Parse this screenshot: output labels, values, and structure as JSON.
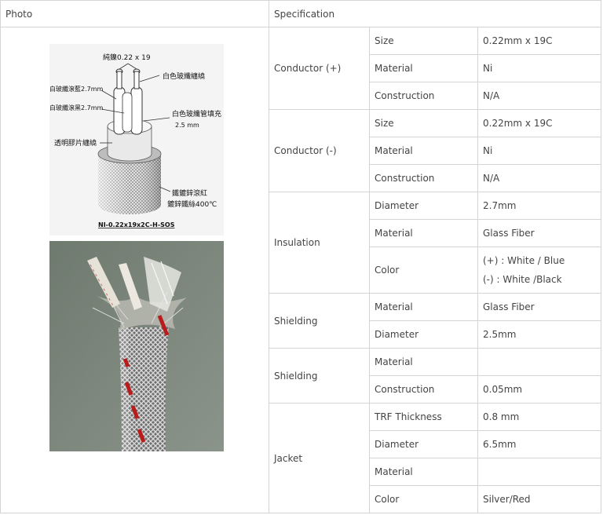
{
  "headers": {
    "photo": "Photo",
    "spec": "Specification"
  },
  "diagram": {
    "title": "NI-0.22x19x2C-H-SOS",
    "label_top": "純鎳0.22 x 19",
    "label_blue": "白玻纖滾藍2.7mm",
    "label_black": "白玻纖滾黑2.7mm",
    "label_clear": "透明膠片纏繞",
    "label_fill": "白色玻纖纏繞",
    "label_fill2": "白色玻纖管填充",
    "label_fill_size": "2.5 mm",
    "label_jacket": "鐵鍍鋅滾紅",
    "label_jacket2": "鍍鋅鐵絲400℃"
  },
  "groups": [
    {
      "name": "Conductor (+)",
      "rows": [
        {
          "prop": "Size",
          "value": "0.22mm x 19C"
        },
        {
          "prop": "Material",
          "value": "Ni"
        },
        {
          "prop": "Construction",
          "value": "N/A"
        }
      ]
    },
    {
      "name": "Conductor (-)",
      "rows": [
        {
          "prop": "Size",
          "value": "0.22mm x 19C"
        },
        {
          "prop": "Material",
          "value": "Ni"
        },
        {
          "prop": "Construction",
          "value": "N/A"
        }
      ]
    },
    {
      "name": "Insulation",
      "rows": [
        {
          "prop": "Diameter",
          "value": "2.7mm"
        },
        {
          "prop": "Material",
          "value": "Glass Fiber"
        },
        {
          "prop": "Color",
          "value": "(+) : White / Blue",
          "value2": "(-) : White /Black"
        }
      ]
    },
    {
      "name": "Shielding",
      "rows": [
        {
          "prop": "Material",
          "value": "Glass Fiber"
        },
        {
          "prop": "Diameter",
          "value": "2.5mm"
        }
      ]
    },
    {
      "name": "Shielding",
      "rows": [
        {
          "prop": "Material",
          "value": ""
        },
        {
          "prop": "Construction",
          "value": "0.05mm"
        }
      ]
    },
    {
      "name": "Jacket",
      "rows": [
        {
          "prop": "TRF Thickness",
          "value": "0.8 mm"
        },
        {
          "prop": "Diameter",
          "value": "6.5mm"
        },
        {
          "prop": "Material",
          "value": ""
        },
        {
          "prop": "Color",
          "value": "Silver/Red"
        }
      ]
    }
  ]
}
